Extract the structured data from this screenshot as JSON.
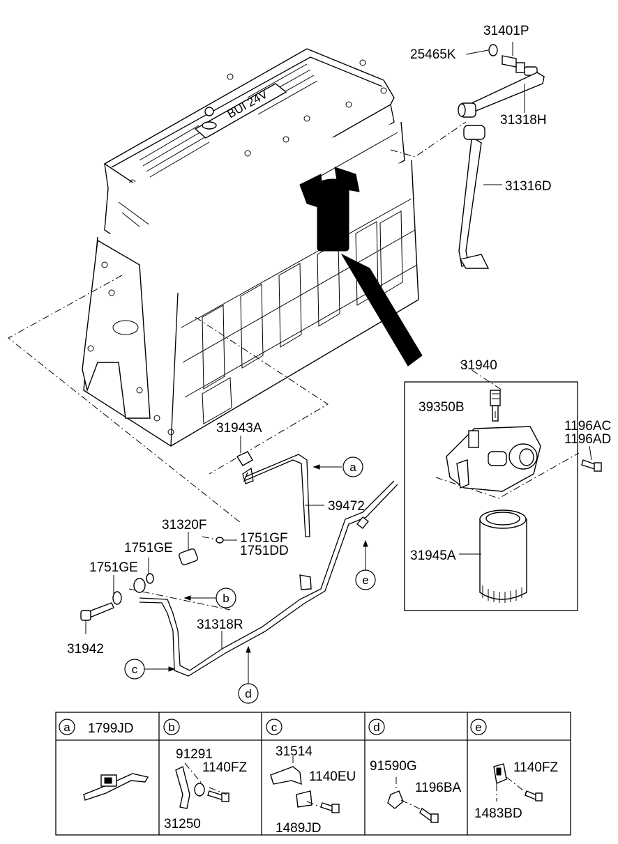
{
  "parts": {
    "p31401P": "31401P",
    "p25465K": "25465K",
    "p31318H": "31318H",
    "p31316D": "31316D",
    "p31940": "31940",
    "p39350B": "39350B",
    "p1196AC": "1196AC",
    "p1196AD": "1196AD",
    "p31943A": "31943A",
    "p39472": "39472",
    "p31320F": "31320F",
    "p1751GF": "1751GF",
    "p1751DD": "1751DD",
    "p1751GE_a": "1751GE",
    "p1751GE_b": "1751GE",
    "p31945A": "31945A",
    "p31942": "31942",
    "p31318R": "31318R"
  },
  "engine_badge": "BUI 24V",
  "callouts": {
    "a": "a",
    "b": "b",
    "c": "c",
    "d": "d",
    "e": "e"
  },
  "table": {
    "columns": [
      {
        "letter": "a",
        "header_part": "1799JD",
        "parts": []
      },
      {
        "letter": "b",
        "header_part": "",
        "parts": [
          "91291",
          "1140FZ",
          "31250"
        ]
      },
      {
        "letter": "c",
        "header_part": "",
        "parts": [
          "31514",
          "1140EU",
          "1489JD"
        ]
      },
      {
        "letter": "d",
        "header_part": "",
        "parts": [
          "91590G",
          "1196BA"
        ]
      },
      {
        "letter": "e",
        "header_part": "",
        "parts": [
          "1140FZ",
          "1483BD"
        ]
      }
    ]
  }
}
